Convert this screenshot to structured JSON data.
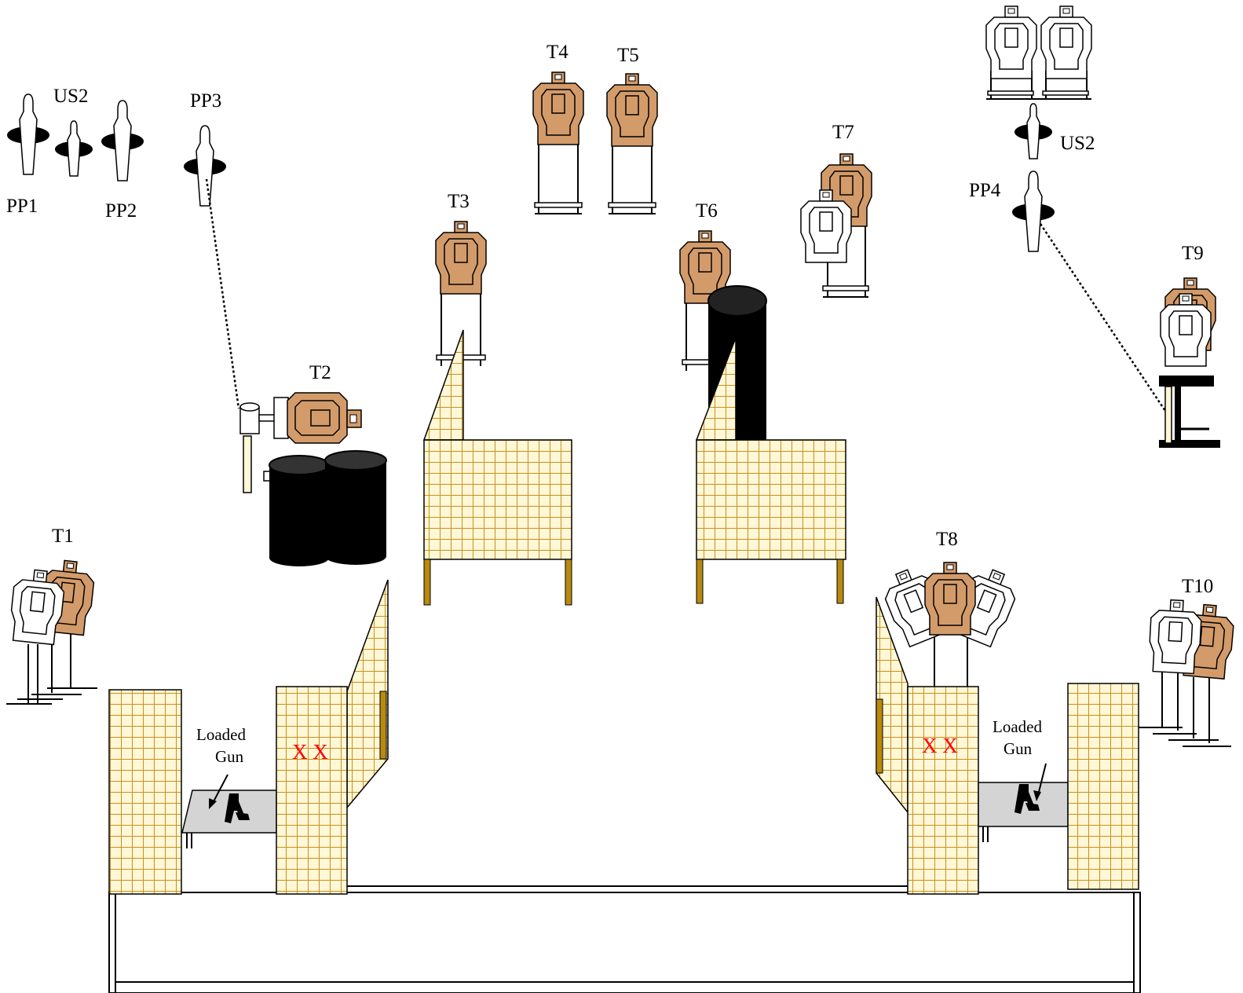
{
  "labels": {
    "pp1": "PP1",
    "us2_left": "US2",
    "pp2": "PP2",
    "pp3": "PP3",
    "t1": "T1",
    "t2": "T2",
    "t3": "T3",
    "t4": "T4",
    "t5": "T5",
    "t6": "T6",
    "t7": "T7",
    "t8": "T8",
    "t9": "T9",
    "t10": "T10",
    "us2_right": "US2",
    "pp4": "PP4"
  },
  "tables": {
    "left": {
      "line1": "Loaded",
      "line2": "Gun"
    },
    "right": {
      "line1": "Loaded",
      "line2": "Gun"
    }
  },
  "markers": {
    "left_xx": "X X",
    "right_xx": "X X"
  },
  "colors": {
    "tan_target": "#D39B6A",
    "white_target": "#FFFFFF",
    "wall_fill": "#FFF7D6",
    "wall_grid": "#C8901E",
    "wall_leg": "#B88A10",
    "barrel": "#000000",
    "table_top": "#D4D4D4",
    "marker_red": "#FF0000"
  }
}
